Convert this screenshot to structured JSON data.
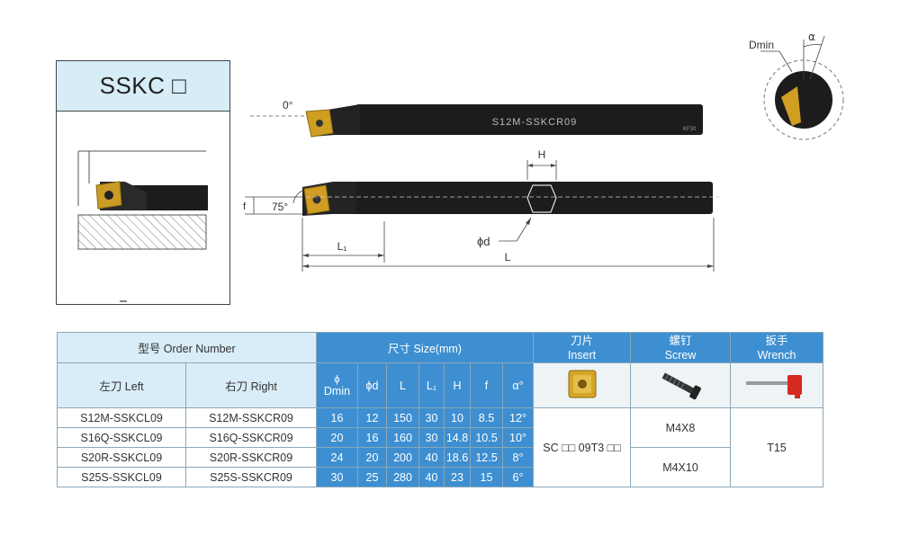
{
  "product_code": "SSKC □",
  "drawing": {
    "zero_angle": "0°",
    "approach_angle": "75°",
    "f_label": "f",
    "h_label": "H",
    "phid_label": "ϕd",
    "l1_label": "L₁",
    "l_label": "L",
    "dmin_label": "Dmin",
    "alpha_label": "α",
    "bar_marking": "S12M-SSKCR09",
    "bar_small_marking": "KF30"
  },
  "table": {
    "order_header": "型号 Order Number",
    "size_header": "尺寸 Size(mm)",
    "insert_header": [
      "刀片",
      "Insert"
    ],
    "screw_header": [
      "螺钉",
      "Screw"
    ],
    "wrench_header": [
      "扳手",
      "Wrench"
    ],
    "left_header": "左刀 Left",
    "right_header": "右刀 Right",
    "dmin_header": [
      "ϕ",
      "Dmin"
    ],
    "size_cols": [
      "ϕd",
      "L",
      "L₁",
      "H",
      "f",
      "α°"
    ],
    "rows": [
      {
        "left": "S12M-SSKCL09",
        "right": "S12M-SSKCR09",
        "dmin": "16",
        "d": "12",
        "L": "150",
        "L1": "30",
        "H": "10",
        "f": "8.5",
        "a": "12°"
      },
      {
        "left": "S16Q-SSKCL09",
        "right": "S16Q-SSKCR09",
        "dmin": "20",
        "d": "16",
        "L": "160",
        "L1": "30",
        "H": "14.8",
        "f": "10.5",
        "a": "10°"
      },
      {
        "left": "S20R-SSKCL09",
        "right": "S20R-SSKCR09",
        "dmin": "24",
        "d": "20",
        "L": "200",
        "L1": "40",
        "H": "18.6",
        "f": "12.5",
        "a": "8°"
      },
      {
        "left": "S25S-SSKCL09",
        "right": "S25S-SSKCR09",
        "dmin": "30",
        "d": "25",
        "L": "280",
        "L1": "40",
        "H": "23",
        "f": "15",
        "a": "6°"
      }
    ],
    "insert_value": "SC □□ 09T3 □□",
    "screw_values": [
      "M4X8",
      "M4X10"
    ],
    "wrench_value": "T15"
  }
}
